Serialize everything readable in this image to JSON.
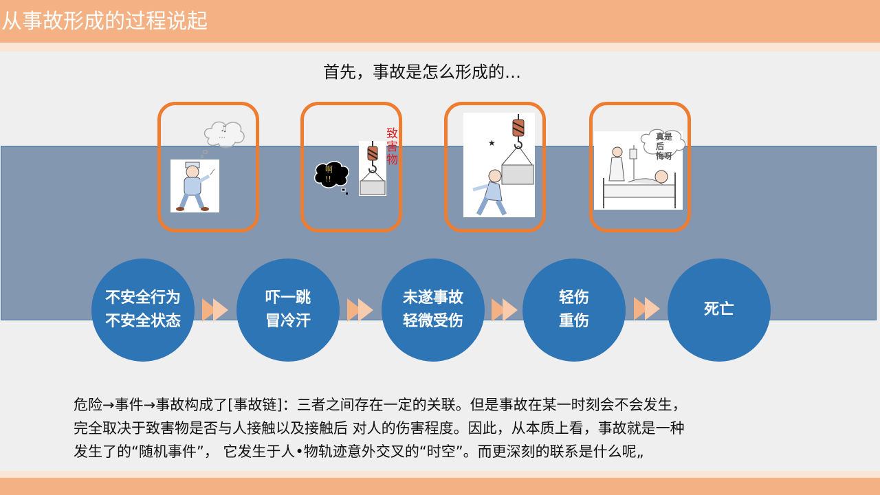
{
  "header": {
    "title": "从事故形成的过程说起"
  },
  "subtitle": "首先，事故是怎么形成的…",
  "colors": {
    "header_orange": "#f4b183",
    "header_strip": "#fbe5d6",
    "band_fill": "#8497b0",
    "band_border": "#41719c",
    "frame_orange": "#ed7d31",
    "circle_blue": "#2e75b6",
    "arrow_dark": "#f4b183",
    "arrow_light": "#f8cbad"
  },
  "illustrations": [
    {
      "name": "worker-walking-whistling",
      "bubble": "♫ …"
    },
    {
      "name": "worker-startled-by-crane-load",
      "bubble": "啊！！",
      "label": "致害物"
    },
    {
      "name": "worker-struck-by-crane-load",
      "bubble": ""
    },
    {
      "name": "patient-in-hospital-bed",
      "bubble": "真是后悔呀",
      "bubble_lines": [
        "真是",
        "后",
        "悔呀"
      ]
    }
  ],
  "stages": [
    {
      "line1": "不安全行为",
      "line2": "不安全状态"
    },
    {
      "line1": "吓一跳",
      "line2": "冒冷汗"
    },
    {
      "line1": "未遂事故",
      "line2": "轻微受伤"
    },
    {
      "line1": "轻伤",
      "line2": "重伤"
    },
    {
      "line1": "死亡",
      "line2": ""
    }
  ],
  "body": {
    "lines": [
      "危险→事件→事故构成了[事故链]：三者之间存在一定的关联。但是事故在某一时刻会不会发生，",
      "完全取决于致害物是否与人接触以及接触后  对人的伤害程度。因此，从本质上看，事故就是一种",
      "发生了的“随机事件”，  它发生于人•物轨迹意外交叉的“时空”。而更深刻的联系是什么呢„"
    ]
  }
}
